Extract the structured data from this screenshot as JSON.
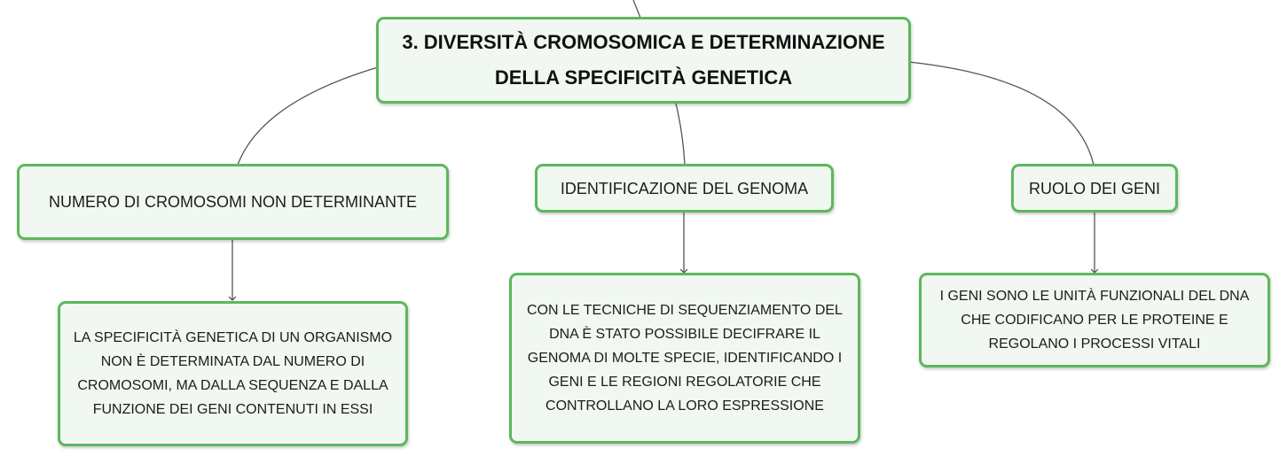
{
  "colors": {
    "node_border": "#5cb85c",
    "node_fill": "#f1f8f1",
    "connector": "#555555"
  },
  "root": {
    "text": "3. DIVERSITÀ CROMOSOMICA E DETERMINAZIONE\nDELLA SPECIFICITÀ GENETICA"
  },
  "topics": [
    {
      "label": "NUMERO DI CROMOSOMI NON DETERMINANTE"
    },
    {
      "label": "IDENTIFICAZIONE DEL GENOMA"
    },
    {
      "label": "RUOLO DEI GENI"
    }
  ],
  "details": [
    {
      "text": "LA SPECIFICITÀ GENETICA DI UN ORGANISMO\nNON È DETERMINATA DAL NUMERO DI\nCROMOSOMI, MA DALLA SEQUENZA E DALLA\nFUNZIONE DEI GENI CONTENUTI IN ESSI"
    },
    {
      "text": "CON LE TECNICHE DI SEQUENZIAMENTO DEL\nDNA È STATO POSSIBILE DECIFRARE IL\nGENOMA DI MOLTE SPECIE, IDENTIFICANDO I\nGENI E LE REGIONI REGOLATORIE CHE\nCONTROLLANO LA LORO ESPRESSIONE"
    },
    {
      "text": "I GENI SONO LE UNITÀ FUNZIONALI DEL DNA\nCHE CODIFICANO PER LE PROTEINE E\nREGOLANO I PROCESSI VITALI"
    }
  ]
}
